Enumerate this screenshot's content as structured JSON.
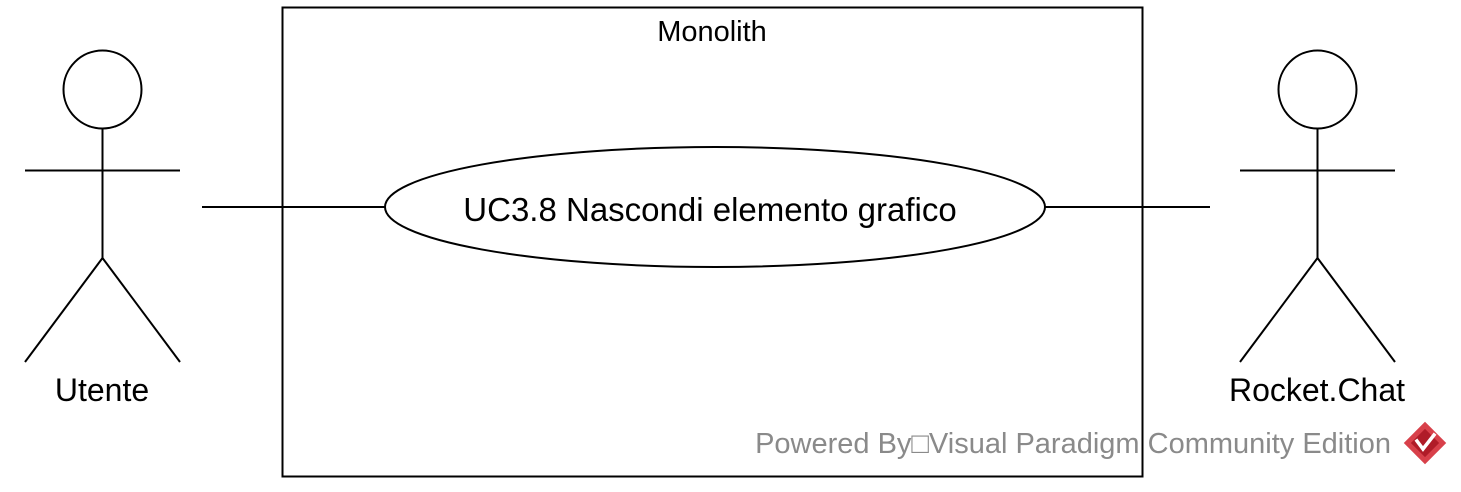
{
  "diagram": {
    "type": "use-case",
    "system": {
      "name": "Monolith"
    },
    "use_cases": [
      {
        "id": "uc38",
        "label": "UC3.8 Nascondi elemento grafico"
      }
    ],
    "actors": [
      {
        "id": "utente",
        "name": "Utente"
      },
      {
        "id": "rocketchat",
        "name": "Rocket.Chat"
      }
    ],
    "associations": [
      {
        "from": "utente",
        "to": "uc38"
      },
      {
        "from": "uc38",
        "to": "rocketchat"
      }
    ]
  },
  "watermark": {
    "text": "Powered By□Visual Paradigm Community Edition",
    "logo_icon": "visual-paradigm-logo-icon"
  },
  "colors": {
    "stroke": "#000000",
    "watermark_text": "#8a8a8a",
    "logo": "#c8202e"
  }
}
